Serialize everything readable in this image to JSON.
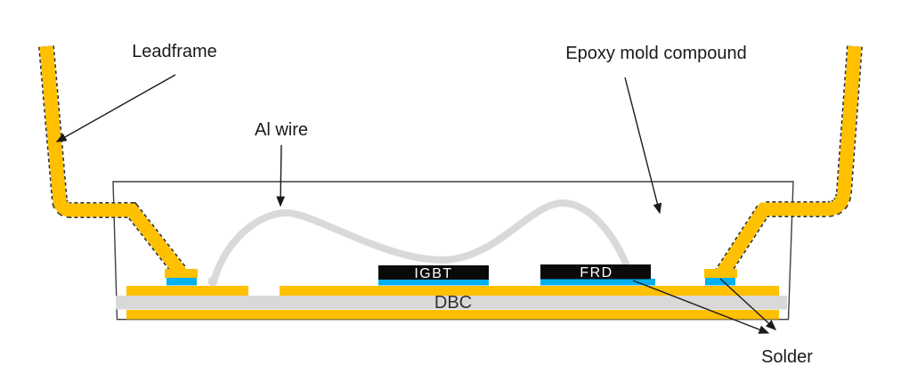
{
  "diagram": {
    "labels": {
      "leadframe": "Leadframe",
      "epoxy": "Epoxy mold compound",
      "al_wire": "Al wire",
      "igbt": "IGBT",
      "frd": "FRD",
      "dbc": "DBC",
      "solder": "Solder"
    },
    "colors": {
      "leadframe_gold": "#FFC000",
      "solder_cyan": "#00B0F0",
      "wire_gray": "#D9D9D9",
      "ceramic_gray": "#D9D9D9",
      "chip_black": "#0a0a0a",
      "outline_dark": "#3f3f3f"
    }
  }
}
